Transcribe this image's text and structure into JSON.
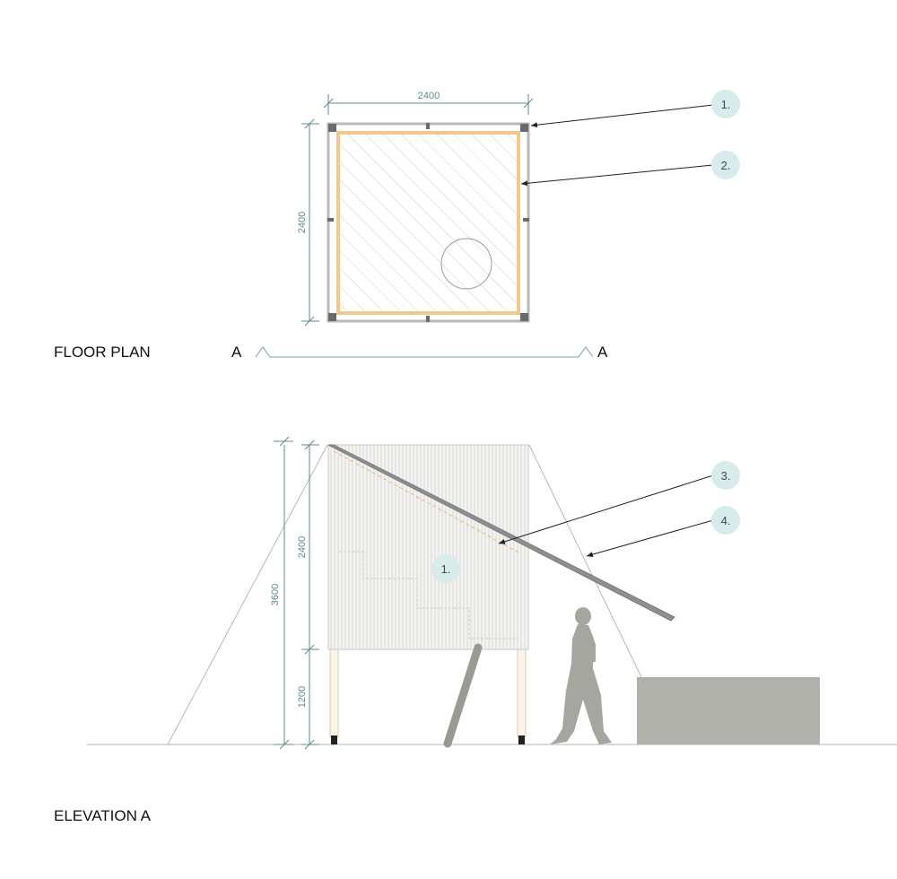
{
  "plan": {
    "title": "FLOOR PLAN",
    "dim_width": "2400",
    "dim_depth": "2400",
    "section_mark_left": "A",
    "section_mark_right": "A"
  },
  "elevation": {
    "title": "ELEVATION A",
    "dim_total": "3600",
    "dim_upper": "2400",
    "dim_lower": "1200"
  },
  "callouts": {
    "c1": "1.",
    "c2": "2.",
    "c3": "3.",
    "c4": "4.",
    "c1_elev": "1."
  },
  "colors": {
    "dimension": "#5e8a90",
    "callout_fill": "#d8eceb",
    "frame": "#b8b8b8",
    "timber": "#f2c98c",
    "figure": "#a6a6a1",
    "block": "#b1b1ac"
  }
}
